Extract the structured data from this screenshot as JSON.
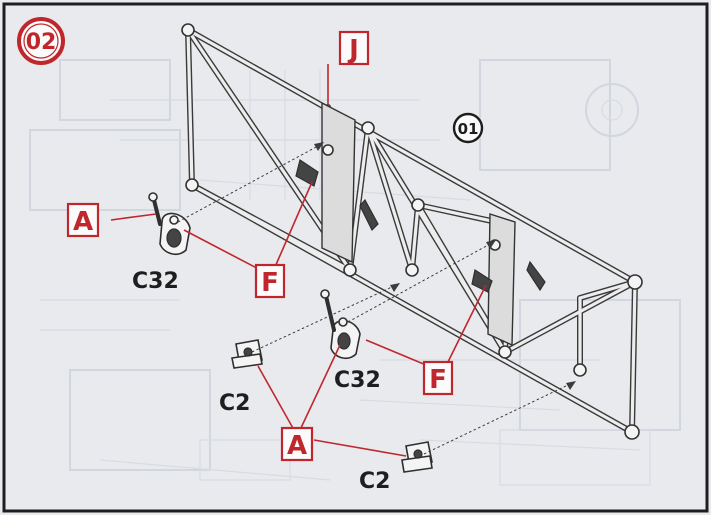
{
  "step": {
    "number": "02",
    "color": "#c0272d"
  },
  "reference_marker": "01",
  "labels": {
    "J": "J",
    "A_top": "A",
    "F_left": "F",
    "F_right": "F",
    "A_bottom": "A"
  },
  "part_codes": {
    "c32_left": "C32",
    "c32_center": "C32",
    "c2_left": "C2",
    "c2_bottom": "C2"
  },
  "colors": {
    "callout": "#c0272d",
    "linework": "#333333",
    "background": "#e9eaee",
    "ghost_lines": "#d2d6df"
  }
}
